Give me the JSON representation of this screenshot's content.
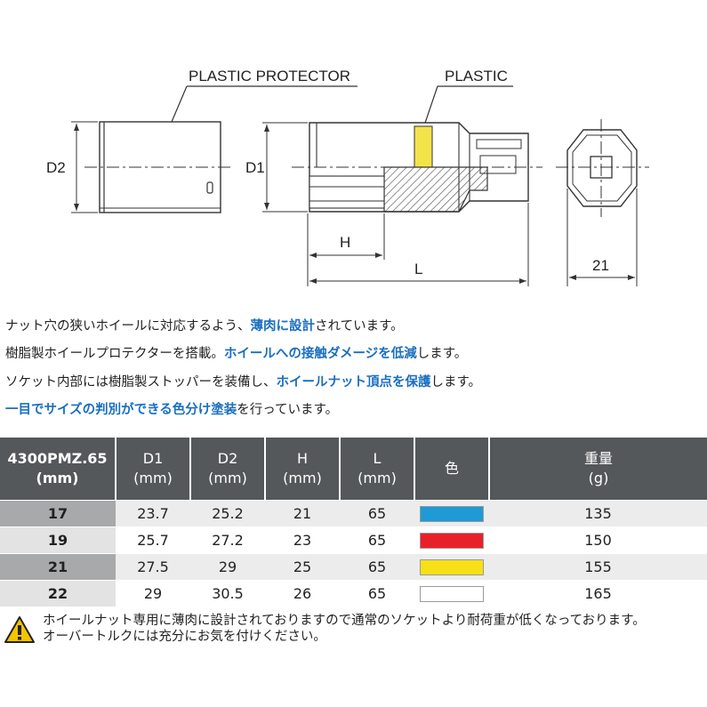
{
  "drawing": {
    "labels": {
      "plastic_protector": "PLASTIC PROTECTOR",
      "plastic": "PLASTIC",
      "d2": "D2",
      "d1": "D1",
      "h": "H",
      "l": "L",
      "hex_size": "21"
    }
  },
  "features": [
    {
      "parts": [
        {
          "text": "ナット穴の狭いホイールに対応するよう、",
          "hl": false
        },
        {
          "text": "薄肉に設計",
          "hl": true
        },
        {
          "text": "されています。",
          "hl": false
        }
      ]
    },
    {
      "parts": [
        {
          "text": "樹脂製ホイールプロテクターを搭載。",
          "hl": false
        },
        {
          "text": "ホイールへの接触ダメージを低減",
          "hl": true
        },
        {
          "text": "します。",
          "hl": false
        }
      ]
    },
    {
      "parts": [
        {
          "text": "ソケット内部には樹脂製ストッパーを装備し、",
          "hl": false
        },
        {
          "text": "ホイールナット頂点を保護",
          "hl": true
        },
        {
          "text": "します。",
          "hl": false
        }
      ]
    },
    {
      "parts": [
        {
          "text": "一目でサイズの判別ができる色分け塗装",
          "hl": true
        },
        {
          "text": "を行っています。",
          "hl": false
        }
      ]
    }
  ],
  "table": {
    "headers": [
      {
        "line1": "4300PMZ.65",
        "line2": "(mm)"
      },
      {
        "line1": "D1",
        "line2": "(mm)"
      },
      {
        "line1": "D2",
        "line2": "(mm)"
      },
      {
        "line1": "H",
        "line2": "(mm)"
      },
      {
        "line1": "L",
        "line2": "(mm)"
      },
      {
        "line1": "色",
        "line2": ""
      },
      {
        "line1": "重量",
        "line2": "(g)"
      }
    ],
    "rows": [
      {
        "size": "17",
        "d1": "23.7",
        "d2": "25.2",
        "h": "21",
        "l": "65",
        "color": "#1e9ad6",
        "weight": "135"
      },
      {
        "size": "19",
        "d1": "25.7",
        "d2": "27.2",
        "h": "23",
        "l": "65",
        "color": "#e8202a",
        "weight": "150"
      },
      {
        "size": "21",
        "d1": "27.5",
        "d2": "29",
        "h": "25",
        "l": "65",
        "color": "#f7e017",
        "weight": "155"
      },
      {
        "size": "22",
        "d1": "29",
        "d2": "30.5",
        "h": "26",
        "l": "65",
        "color": "#ffffff",
        "weight": "165"
      }
    ]
  },
  "warning": {
    "icon": "warning-triangle-icon",
    "line1": "ホイールナット専用に薄肉に設計されておりますので通常のソケットより耐荷重が低くなっております。",
    "line2": "オーバートルクには充分にお気を付けください。"
  },
  "colors": {
    "header_bg": "#55585a",
    "highlight_text": "#1a6fc0",
    "plastic_band": "#f3e34a",
    "warning_yellow": "#f5c400"
  }
}
